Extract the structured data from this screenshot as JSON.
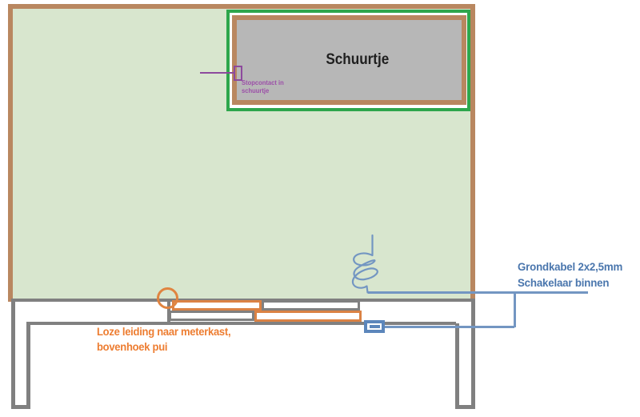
{
  "shed": {
    "label": "Schuurtje"
  },
  "notes": {
    "socket": {
      "line1": "Stopcontact in",
      "line2": "schuurtje",
      "color": "#9c4fa8"
    },
    "conduit": {
      "line1": "Loze leiding naar meterkast,",
      "line2": "bovenhoek pui",
      "color": "#ED7D31"
    },
    "cable": {
      "line1": "Grondkabel 2x2,5mm",
      "line2": "Schakelaar binnen",
      "color": "#4a76ad"
    }
  },
  "colors": {
    "garden_fill": "#d8e6ce",
    "garden_border": "#b98760",
    "shed_enclosure_border": "#2ea64c",
    "shed_fill": "#b7b7b7",
    "shed_border": "#b98760",
    "wall_gray": "#808080",
    "conduit_orange": "#db8244",
    "cable_blue_line": "#7396c2",
    "switch_blue": "#5c86bb",
    "socket_purple": "#8d4a9d"
  }
}
